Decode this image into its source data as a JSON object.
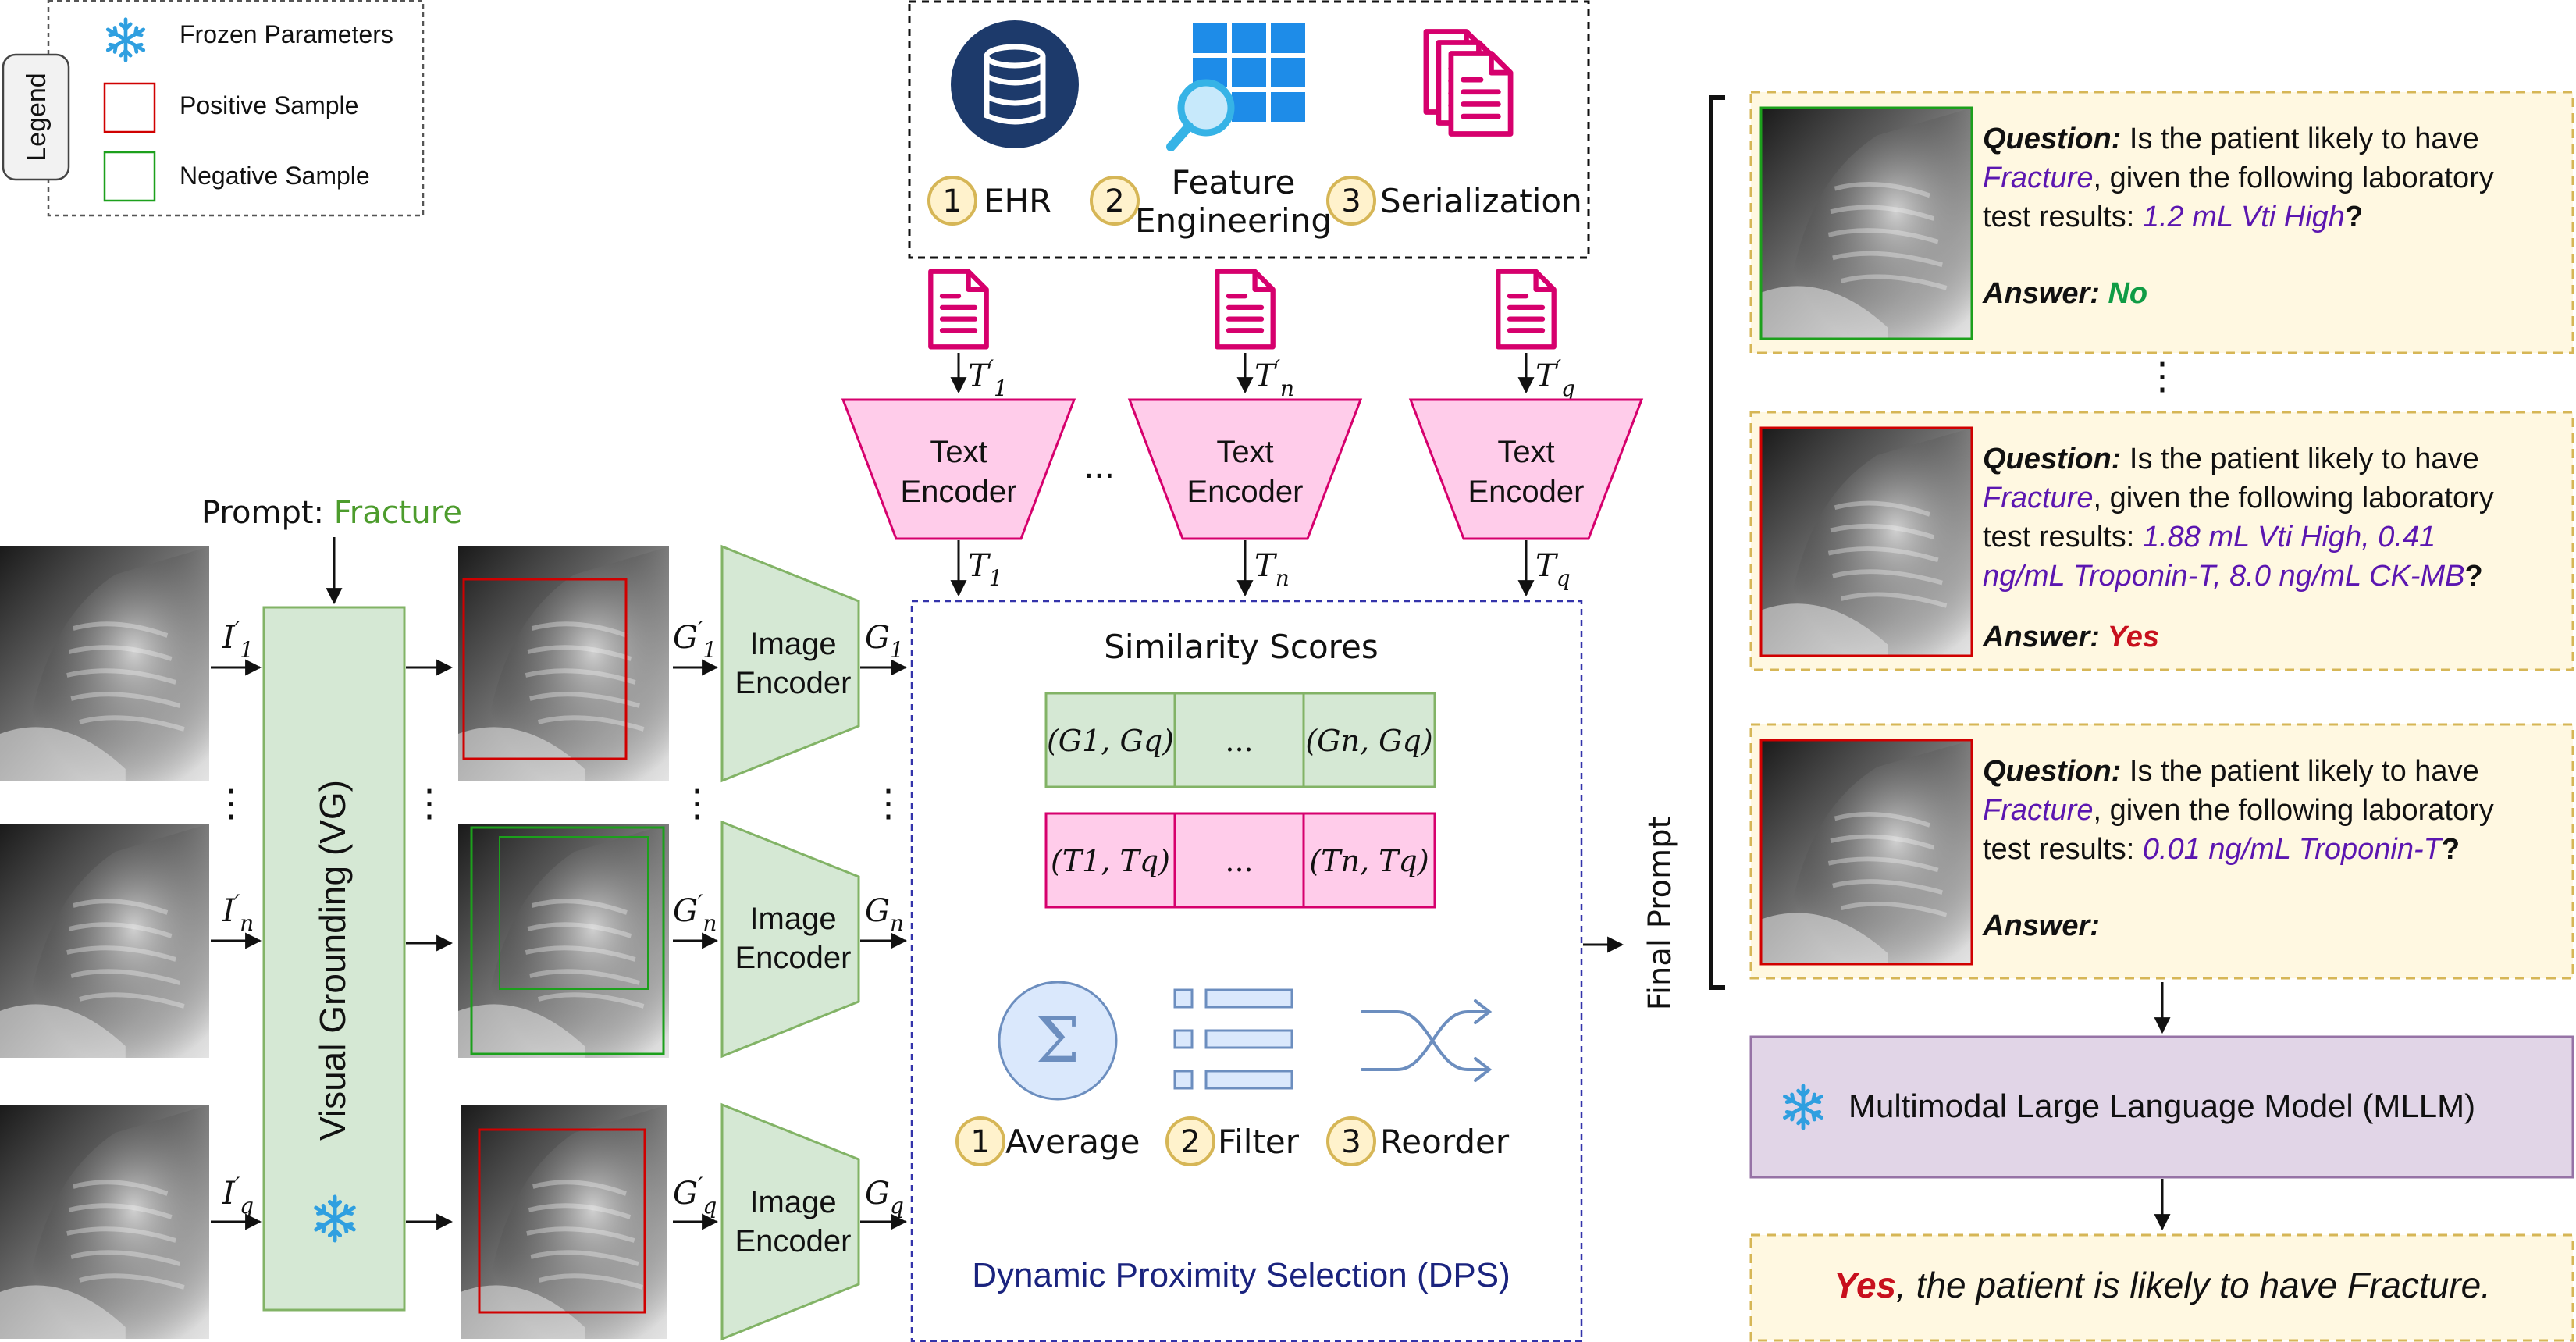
{
  "legend": {
    "title": "Legend",
    "frozen": "Frozen Parameters",
    "positive": "Positive Sample",
    "negative": "Negative Sample"
  },
  "prompt": {
    "label": "Prompt: ",
    "value": "Fracture"
  },
  "vg": {
    "label": "Visual Grounding (VG)"
  },
  "inputs": [
    "I'1",
    "I'n",
    "I'q"
  ],
  "grounded": [
    "G'1",
    "G'n",
    "G'q"
  ],
  "image_outputs": [
    "G1",
    "Gn",
    "Gq"
  ],
  "image_encoder": {
    "line1": "Image",
    "line2": "Encoder"
  },
  "text_encoder": {
    "line1": "Text",
    "line2": "Encoder"
  },
  "text_docs": [
    "T'1",
    "T'n",
    "T'q"
  ],
  "text_outputs": [
    "T1",
    "Tn",
    "Tq"
  ],
  "ellipsis": "...",
  "vdots": "⋮",
  "pipeline": {
    "steps": [
      {
        "num": "1",
        "label": "EHR"
      },
      {
        "num": "2",
        "label1": "Feature",
        "label2": "Engineering"
      },
      {
        "num": "3",
        "label": "Serialization"
      }
    ]
  },
  "dps": {
    "title": "Similarity Scores",
    "image_row": [
      "(G1, Gq)",
      "...",
      "(Gn, Gq)"
    ],
    "text_row": [
      "(T1, Tq)",
      "...",
      "(Tn, Tq)"
    ],
    "ops": [
      {
        "num": "1",
        "label": "Average"
      },
      {
        "num": "2",
        "label": "Filter"
      },
      {
        "num": "3",
        "label": "Reorder"
      }
    ],
    "footer": "Dynamic Proximity Selection (DPS)"
  },
  "final_prompt_label": "Final Prompt",
  "qa": {
    "q_label": "Question:",
    "q_text": " Is the patient likely to have",
    "cond_word": "Fracture",
    "cond_tail": ", given the following laboratory",
    "test_lead": "test results: ",
    "a_label": "Answer:",
    "cards": [
      {
        "results": [
          "1.2 mL Vti High"
        ],
        "answer": "No"
      },
      {
        "results": [
          "1.88 mL Vti High, 0.41",
          "ng/mL Troponin-T, 8.0 ng/mL CK-MB"
        ],
        "answer": "Yes"
      },
      {
        "results": [
          "0.01 ng/mL Troponin-T"
        ],
        "answer": ""
      }
    ]
  },
  "mllm": {
    "label": "Multimodal Large Language Model (MLLM)"
  },
  "output": {
    "yes": "Yes",
    "rest": ", the patient is likely to have Fracture."
  },
  "colors": {
    "green_fill": "#d5e8d4",
    "green_stroke": "#82b366",
    "pink_fill": "#ffccea",
    "pink_stroke": "#d6006d",
    "yellow_fill": "#fff8e1",
    "yellow_stroke": "#d6b656",
    "purple_fill": "#e1d5e7",
    "purple_stroke": "#9673a6",
    "navy": "#1d3a6b",
    "blue_dashed": "#3333aa",
    "prompt_green": "#4d9c2d",
    "lab_purple": "#5b16b0",
    "answer_green": "#109c45",
    "answer_red": "#c8101d"
  }
}
